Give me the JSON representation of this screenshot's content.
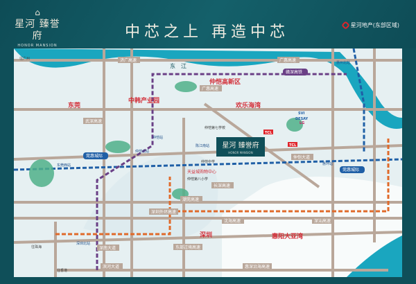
{
  "header": {
    "logo_name": "星河 臻誉府",
    "logo_en": "HONOR MANSION",
    "logo_mark": "⌂",
    "slogan": "中芯之上 再造中芯",
    "developer": "星河地产(东部区域)"
  },
  "map": {
    "project": {
      "name": "星河 臻誉府",
      "en": "HONOR MANSION"
    },
    "regions": [
      "东莞",
      "深圳",
      "惠阳大亚湾",
      "仲恺高新区",
      "中韩产业园",
      "欢乐海湾"
    ],
    "river": "东　江",
    "directions": [
      "往广州",
      "往珠海",
      "往香港"
    ],
    "roads": [
      "济广高速",
      "广惠高速",
      "广惠高速",
      "武深高速",
      "仲恺大道",
      "长深高速",
      "潮莞高速",
      "深圳外环高速",
      "沈海高速",
      "深汕高速",
      "深南大道",
      "滨河大道",
      "惠深沿海高速",
      "东部过境高速"
    ],
    "rails": [
      "赣深高铁",
      "莞惠城际",
      "莞惠城际"
    ],
    "stations": [
      "惠州北站",
      "仲恺站",
      "仲恺北站",
      "陈江南站",
      "惠环站",
      "深圳北站",
      "东莞西站"
    ],
    "pois": [
      "仲恺第七学校",
      "天益城购物中心",
      "仲恺中学",
      "仲恺第八小学"
    ],
    "brands": [
      "TCL",
      "TCL",
      "LG",
      "SVI",
      "DESAY"
    ]
  },
  "colors": {
    "frame": "#0f4f59",
    "land": "#e6f0f2",
    "water": "#1aa6bf",
    "road": "#b9a79a",
    "rail_blue": "#1f5fa6",
    "rail_purple": "#6a3f86",
    "rail_orange": "#e06a2a",
    "accent_red": "#d3303a"
  }
}
